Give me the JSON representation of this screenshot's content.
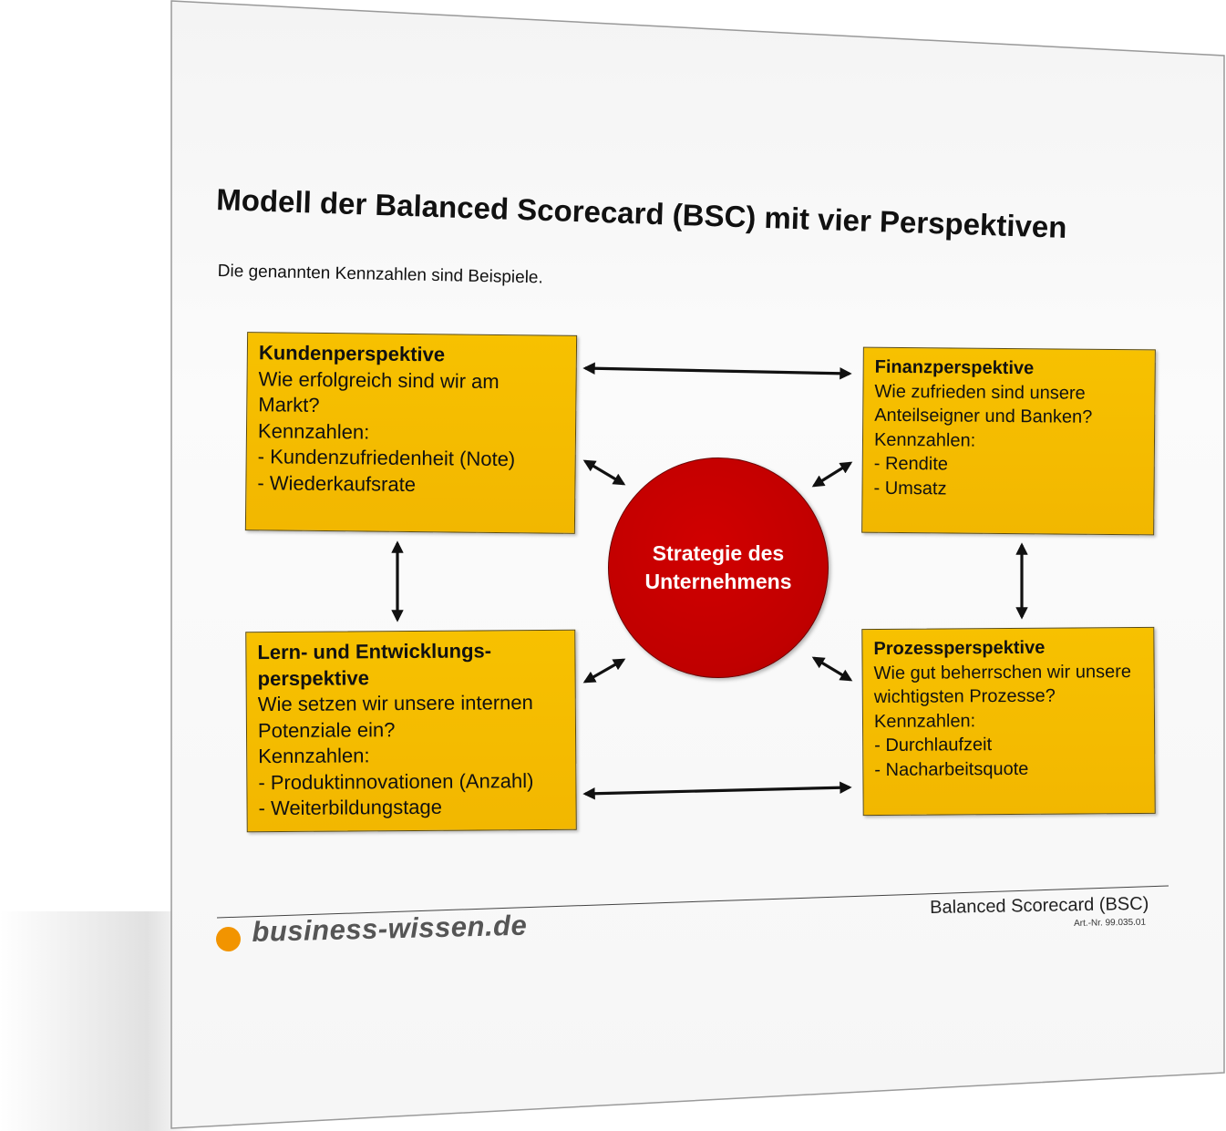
{
  "document": {
    "title": "Modell der Balanced Scorecard (BSC) mit vier Perspektiven",
    "subtitle": "Die genannten Kennzahlen sind Beispiele."
  },
  "diagram": {
    "center": {
      "line1": "Strategie des",
      "line2": "Unternehmens"
    },
    "kunden": {
      "heading": "Kundenperspektive",
      "lines": [
        "Wie erfolgreich sind wir am",
        "Markt?",
        "Kennzahlen:",
        "- Kundenzufriedenheit (Note)",
        "- Wiederkaufsrate"
      ]
    },
    "finanz": {
      "heading": "Finanzperspektive",
      "lines": [
        "Wie zufrieden sind unsere",
        "Anteilseigner und Banken?",
        "Kennzahlen:",
        "- Rendite",
        "- Umsatz"
      ]
    },
    "lern": {
      "heading1": "Lern- und Entwicklungs-",
      "heading2": "perspektive",
      "lines": [
        "Wie setzen wir unsere internen",
        "Potenziale ein?",
        "Kennzahlen:",
        "- Produktinnovationen (Anzahl)",
        "- Weiterbildungstage"
      ]
    },
    "prozess": {
      "heading": "Prozessperspektive",
      "lines": [
        "Wie gut beherrschen wir unsere",
        "wichtigsten Prozesse?",
        "Kennzahlen:",
        "- Durchlaufzeit",
        "- Nacharbeitsquote"
      ]
    },
    "colors": {
      "box": "#f2b700",
      "circle": "#c00000",
      "logo_dot": "#f29400"
    }
  },
  "footer": {
    "logo": "business-wissen.de",
    "doc_title": "Balanced Scorecard (BSC)",
    "art_nr": "Art.-Nr. 99.035.01"
  }
}
